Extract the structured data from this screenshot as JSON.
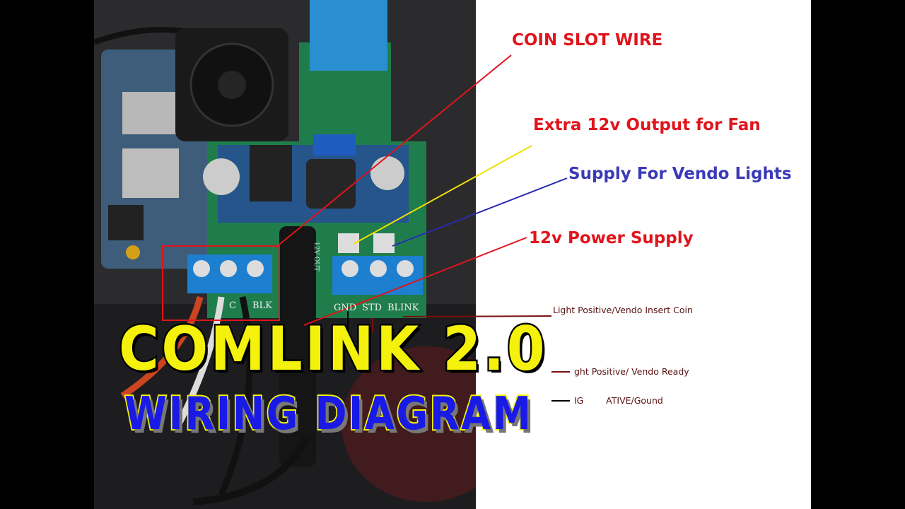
{
  "annotations": {
    "coin_slot": {
      "text": "COIN SLOT WIRE",
      "color": "#e0141c"
    },
    "extra_12v": {
      "text": "Extra 12v Output for Fan",
      "color": "#e0141c"
    },
    "vendo_lights": {
      "text": "Supply For Vendo Lights",
      "color": "#3a3ab8"
    },
    "power_supply": {
      "text": "12v Power Supply",
      "color": "#e0141c"
    }
  },
  "pin_notes": {
    "insert_coin": "Light Positive/Vendo Insert Coin",
    "ready": "ght Positive/ Vendo Ready",
    "ground": "IG        ATIVE/Gound"
  },
  "board_labels": {
    "left_c": "C",
    "left_blk": "BLK",
    "gnd": "GND",
    "std": "STD",
    "blink": "BLINK",
    "out": "12V OUT"
  },
  "title": {
    "line1": "COMLINK 2.0",
    "line2": "WIRING DIAGRAM",
    "fill": "#f4f20c",
    "line2_fill": "#1a1ae6"
  }
}
